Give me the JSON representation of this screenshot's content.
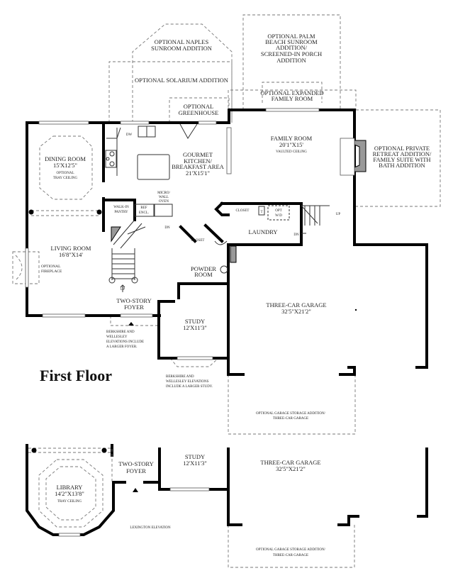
{
  "title": "First Floor",
  "optional_areas": {
    "naples": [
      "OPTIONAL NAPLES",
      "SUNROOM ADDITION"
    ],
    "solarium": "OPTIONAL SOLARIUM ADDITION",
    "greenhouse": [
      "OPTIONAL",
      "GREENHOUSE"
    ],
    "palm_beach": [
      "OPTIONAL PALM",
      "BEACH SUNROOM",
      "ADDITION/",
      "SCREENED-IN PORCH",
      "ADDITION"
    ],
    "expanded_family": [
      "OPTIONAL EXPANDED",
      "FAMILY ROOM"
    ],
    "private_retreat": [
      "OPTIONAL PRIVATE",
      "RETREAT ADDITION/",
      "FAMILY SUITE WITH",
      "BATH ADDITION"
    ],
    "fireplace": [
      "OPTIONAL",
      "FIREPLACE"
    ],
    "garage_storage": [
      "OPTIONAL GARAGE STORAGE ADDITION/",
      "THREE-CAR GARAGE"
    ]
  },
  "rooms": {
    "dining": {
      "name": "DINING ROOM",
      "size": "15'X12'5\"",
      "note": [
        "OPTIONAL",
        "TRAY CEILING"
      ]
    },
    "kitchen": {
      "name": [
        "GOURMET",
        "KITCHEN/",
        "BREAKFAST AREA"
      ],
      "size": "21'X15'1\""
    },
    "family": {
      "name": "FAMILY ROOM",
      "size": "20'1\"X15'",
      "note": "VAULTED CEILING"
    },
    "living": {
      "name": "LIVING ROOM",
      "size": "16'8\"X14'"
    },
    "foyer": [
      "TWO-STORY",
      "FOYER"
    ],
    "study": {
      "name": "STUDY",
      "size": "12'X11'3\""
    },
    "garage": {
      "name": "THREE-CAR GARAGE",
      "size": "32'5\"X21'2\""
    },
    "laundry": "LAUNDRY",
    "powder": [
      "POWDER",
      "ROOM"
    ],
    "library": {
      "name": "LIBRARY",
      "size": "14'2\"X13'8\"",
      "note": "TRAY CEILING"
    }
  },
  "fixtures": {
    "dw": "DW",
    "pantry": [
      "WALK-IN",
      "PANTRY"
    ],
    "ref": [
      "REF",
      "ENCL."
    ],
    "oven": [
      "MICRO/",
      "WALL",
      "OVEN"
    ],
    "closet": "CLOSET",
    "t": "T",
    "wd": [
      "OPT",
      "W/D"
    ],
    "up": "UP",
    "dn": "DN"
  },
  "notes": {
    "foyer": [
      "BERKSHIRE AND",
      "WELLESLEY",
      "ELEVATIONS INCLUDE",
      "A LARGER FOYER."
    ],
    "study": [
      "BERKSHIRE AND",
      "WELLESLEY ELEVATIONS",
      "INCLUDE A LARGER STUDY."
    ],
    "lexington": "LEXINGTON ELEVATION"
  }
}
